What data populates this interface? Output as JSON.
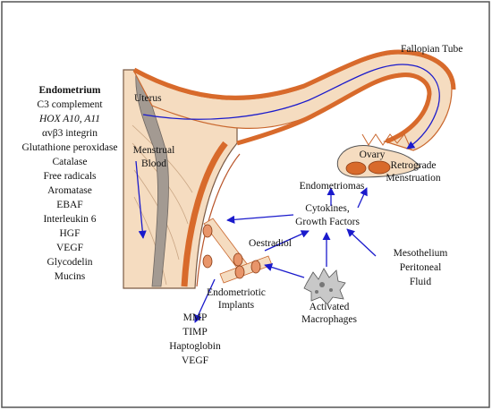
{
  "labels": {
    "fallopian_tube": "Fallopian Tube",
    "uterus": "Uterus",
    "menstrual_blood_line1": "Menstrual",
    "menstrual_blood_line2": "Blood",
    "ovary": "Ovary",
    "endometriomas": "Endometriomas",
    "retrograde_line1": "Retrograde",
    "retrograde_line2": "Menstruation",
    "cytokines_line1": "Cytokines,",
    "cytokines_line2": "Growth Factors",
    "oestradiol": "Oestradiol",
    "mesothelium_line1": "Mesothelium",
    "mesothelium_line2": "Peritoneal",
    "mesothelium_line3": "Fluid",
    "implants_line1": "Endometriotic",
    "implants_line2": "Implants",
    "macrophages_line1": "Activated",
    "macrophages_line2": "Macrophages"
  },
  "endometrium_list": {
    "title": "Endometrium",
    "items": [
      "C3 complement",
      "HOX A10, A11",
      "αvβ3 integrin",
      "Glutathione peroxidase",
      "Catalase",
      "Free radicals",
      "Aromatase",
      "EBAF",
      "Interleukin 6",
      "HGF",
      "VEGF",
      "Glycodelin",
      "Mucins"
    ]
  },
  "implant_products": [
    "MMP",
    "TIMP",
    "Haptoglobin",
    "VEGF"
  ],
  "colors": {
    "arrow": "#1a1acc",
    "tissue_fill": "#f5dcc0",
    "tissue_stroke": "#c9672e",
    "wall_orange": "#d86a2b",
    "endometrium_grey": "#a39a92",
    "implant_fill": "#e8956a"
  }
}
